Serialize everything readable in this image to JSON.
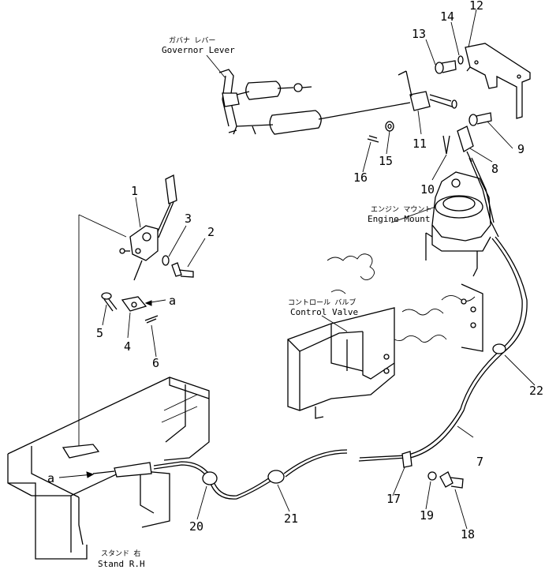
{
  "labels": {
    "governor_lever_jp": "ガバナ レバー",
    "governor_lever": "Governor Lever",
    "engine_mount_jp": "エンジン マウント",
    "engine_mount": "Engine Mount",
    "control_valve_jp": "コントロール バルブ",
    "control_valve": "Control Valve",
    "stand_jp": "スタンド 右",
    "stand": "Stand R.H",
    "ref_a_upper": "a",
    "ref_a_lower": "a"
  },
  "parts": {
    "p1": "1",
    "p2": "2",
    "p3": "3",
    "p4": "4",
    "p5": "5",
    "p6": "6",
    "p7": "7",
    "p8": "8",
    "p9": "9",
    "p10": "10",
    "p11": "11",
    "p12": "12",
    "p13": "13",
    "p14": "14",
    "p15": "15",
    "p16": "16",
    "p17": "17",
    "p18": "18",
    "p19": "19",
    "p20": "20",
    "p21": "21",
    "p22": "22"
  }
}
